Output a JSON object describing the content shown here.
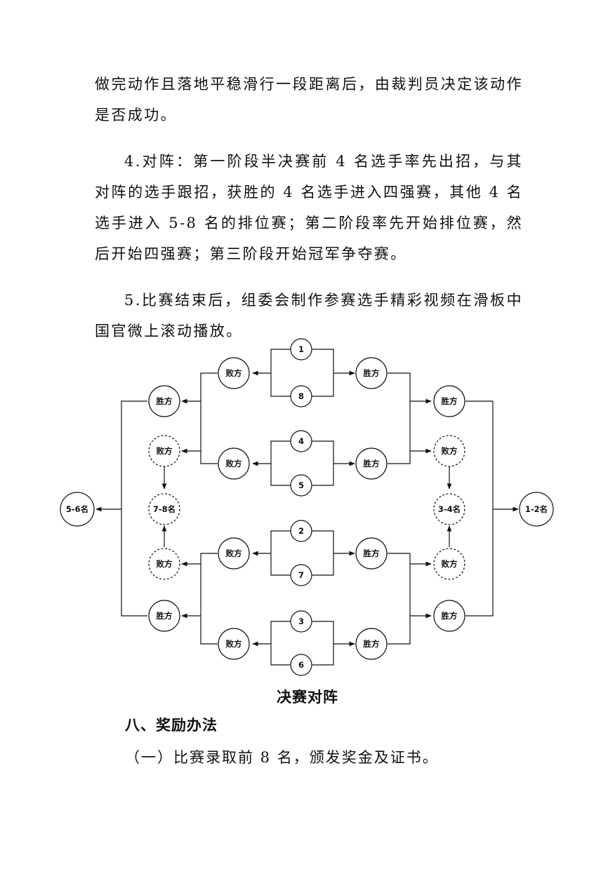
{
  "paragraphs": [
    "做完动作且落地平稳滑行一段距离后，由裁判员决定该动作是否成功。",
    "4.对阵：第一阶段半决赛前 4 名选手率先出招，与其对阵的选手跟招，获胜的 4 名选手进入四强赛，其他 4 名选手进入 5-8 名的排位赛；第二阶段率先开始排位赛，然后开始四强赛；第三阶段开始冠军争夺赛。",
    "5.比赛结束后，组委会制作参赛选手精彩视频在滑板中国官微上滚动播放。"
  ],
  "diagram": {
    "seeds": [
      "1",
      "8",
      "4",
      "5",
      "2",
      "7",
      "3",
      "6"
    ],
    "loser_label": "败方",
    "winner_label": "胜方",
    "place_5_6": "5-6名",
    "place_7_8": "7-8名",
    "place_3_4": "3-4名",
    "place_1_2": "1-2名"
  },
  "caption": "决赛对阵",
  "section_heading": "八、奖励办法",
  "award_item": "（一）比赛录取前 8 名，颁发奖金及证书。"
}
